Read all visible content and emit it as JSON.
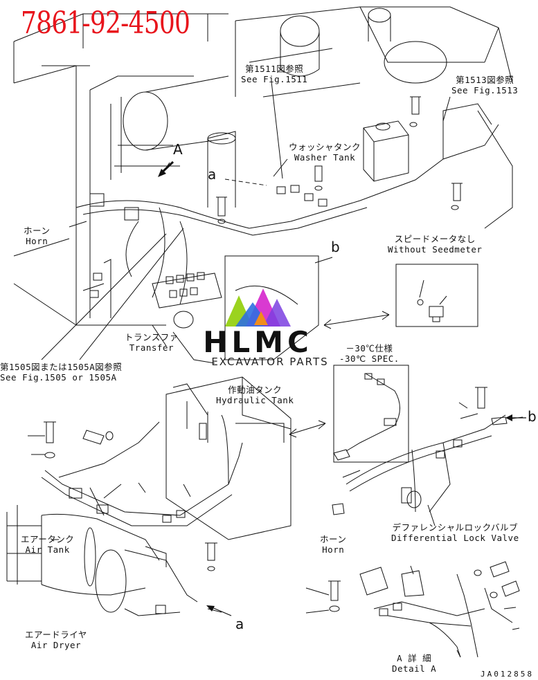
{
  "part_number": "7861-92-4500",
  "brand": {
    "name": "HLMC",
    "tagline": "EXCAVATOR PARTS"
  },
  "drawing_number": "JA012858",
  "labels": {
    "fig1511": {
      "jp": "第1511図参照",
      "en": "See Fig.1511"
    },
    "fig1513": {
      "jp": "第1513図参照",
      "en": "See Fig.1513"
    },
    "washer_tank": {
      "jp": "ウォッシャタンク",
      "en": "Washer Tank"
    },
    "horn_top": {
      "jp": "ホーン",
      "en": "Horn"
    },
    "without_speedometer": {
      "jp": "スピードメータなし",
      "en": "Without Seedmeter"
    },
    "transfer": {
      "jp": "トランスファ",
      "en": "Transfer"
    },
    "fig1505": {
      "jp": "第1505図または1505A図参照",
      "en": "See Fig.1505 or 1505A"
    },
    "cold_spec": {
      "jp": "－30℃仕様",
      "en": "-30℃ SPEC."
    },
    "hydraulic_tank": {
      "jp": "作動油タンク",
      "en": "Hydraulic Tank"
    },
    "air_tank": {
      "jp": "エアータンク",
      "en": "Air Tank"
    },
    "air_dryer": {
      "jp": "エアードライヤ",
      "en": "Air Dryer"
    },
    "diff_lock_valve": {
      "jp": "デファレンシャルロックバルブ",
      "en": "Differential Lock Valve"
    },
    "horn_bottom": {
      "jp": "ホーン",
      "en": "Horn"
    },
    "detail_a": {
      "jp": "A 詳 細",
      "en": "Detail A"
    }
  },
  "view_letters": {
    "A": "A",
    "a_top": "a",
    "b_mid": "b",
    "b_right": "b",
    "a_bottom": "a"
  },
  "colors": {
    "part_number": "#e8141c",
    "logo_green": "#9bd31f",
    "logo_blue": "#2f6fe0",
    "logo_magenta": "#d93ad1",
    "logo_purple": "#7b3fe0",
    "logo_orange": "#f28c1b"
  }
}
